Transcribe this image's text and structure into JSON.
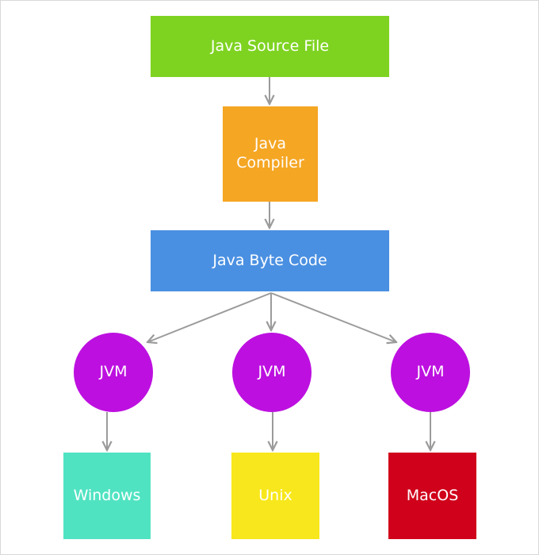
{
  "colors": {
    "source": "#7ed321",
    "compiler": "#f5a623",
    "bytecode": "#4a90e2",
    "jvm": "#bd10e0",
    "windows": "#50e3c2",
    "unix": "#f8e71c",
    "macos": "#d0021b",
    "arrow": "#9b9b9b"
  },
  "nodes": {
    "source": "Java Source File",
    "compiler_line1": "Java",
    "compiler_line2": "Compiler",
    "bytecode": "Java Byte Code",
    "jvm1": "JVM",
    "jvm2": "JVM",
    "jvm3": "JVM",
    "windows": "Windows",
    "unix": "Unix",
    "macos": "MacOS"
  },
  "edges": [
    [
      "source",
      "compiler"
    ],
    [
      "compiler",
      "bytecode"
    ],
    [
      "bytecode",
      "jvm1"
    ],
    [
      "bytecode",
      "jvm2"
    ],
    [
      "bytecode",
      "jvm3"
    ],
    [
      "jvm1",
      "windows"
    ],
    [
      "jvm2",
      "unix"
    ],
    [
      "jvm3",
      "macos"
    ]
  ]
}
